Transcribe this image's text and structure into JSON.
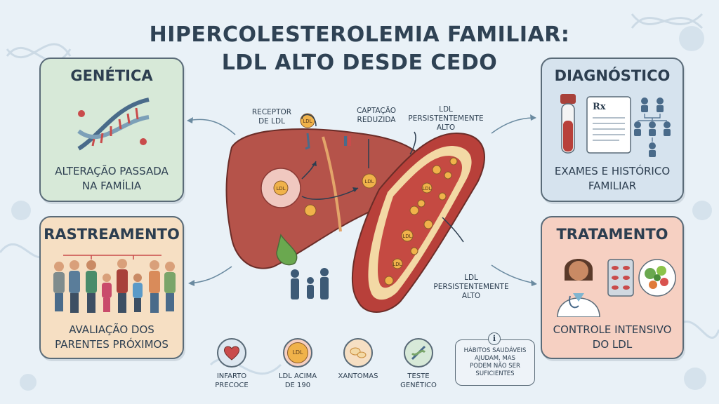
{
  "title": {
    "line1": "HIPERCOLESTEROLEMIA FAMILIAR:",
    "line2": "LDL ALTO DESDE CEDO"
  },
  "cards": {
    "genetica": {
      "heading": "GENÉTICA",
      "caption_line1": "ALTERAÇÃO PASSADA",
      "caption_line2": "NA FAMÍLIA",
      "icon": "dna-icon",
      "color": "#d7e9d8"
    },
    "rastreamento": {
      "heading": "RASTREAMENTO",
      "caption_line1": "AVALIAÇÃO DOS",
      "caption_line2": "PARENTES PRÓXIMOS",
      "icon": "family-icon",
      "color": "#f6dfc3"
    },
    "diagnostico": {
      "heading": "DIAGNÓSTICO",
      "caption_line1": "EXAMES E HISTÓRICO",
      "caption_line2": "FAMILIAR",
      "icon": "blood-test-icon",
      "color": "#d6e3ee"
    },
    "tratamento": {
      "heading": "TRATAMENTO",
      "caption_line1": "CONTROLE INTENSIVO",
      "caption_line2": "DO LDL",
      "icon": "doctor-icon",
      "color": "#f6d0c2"
    }
  },
  "diagram": {
    "receptor_label_line1": "RECEPTOR",
    "receptor_label_line2": "DE LDL",
    "captacao_label_line1": "CAPTAÇÃO",
    "captacao_label_line2": "REDUZIDA",
    "ldl_top_line1": "LDL",
    "ldl_top_line2": "PERSISTENTEMENTE",
    "ldl_top_line3": "ALTO",
    "ldl_bottom_line1": "LDL",
    "ldl_bottom_line2": "PERSISTENTEMENTE",
    "ldl_bottom_line3": "ALTO",
    "particle_text": "LDL",
    "prescription_symbol": "Rx"
  },
  "bottom_icons": [
    {
      "label_line1": "INFARTO",
      "label_line2": "PRECOCE",
      "icon": "heart-icon"
    },
    {
      "label_line1": "LDL ACIMA",
      "label_line2": "DE 190",
      "icon": "ldl-particle-icon",
      "text": "LDL"
    },
    {
      "label_line1": "XANTOMAS",
      "label_line2": "",
      "icon": "xanthoma-icon"
    },
    {
      "label_line1": "TESTE",
      "label_line2": "GENÉTICO",
      "icon": "dna-test-icon"
    }
  ],
  "tip": {
    "icon_text": "i",
    "line1": "HÁBITOS SAUDÁVEIS",
    "line2": "AJUDAM, MAS",
    "line3": "PODEM NÃO SER",
    "line4": "SUFICIENTES"
  },
  "colors": {
    "background": "#e9f1f7",
    "liver": "#b5534a",
    "artery": "#b8403a",
    "ldl_particle": "#f0b24a"
  }
}
